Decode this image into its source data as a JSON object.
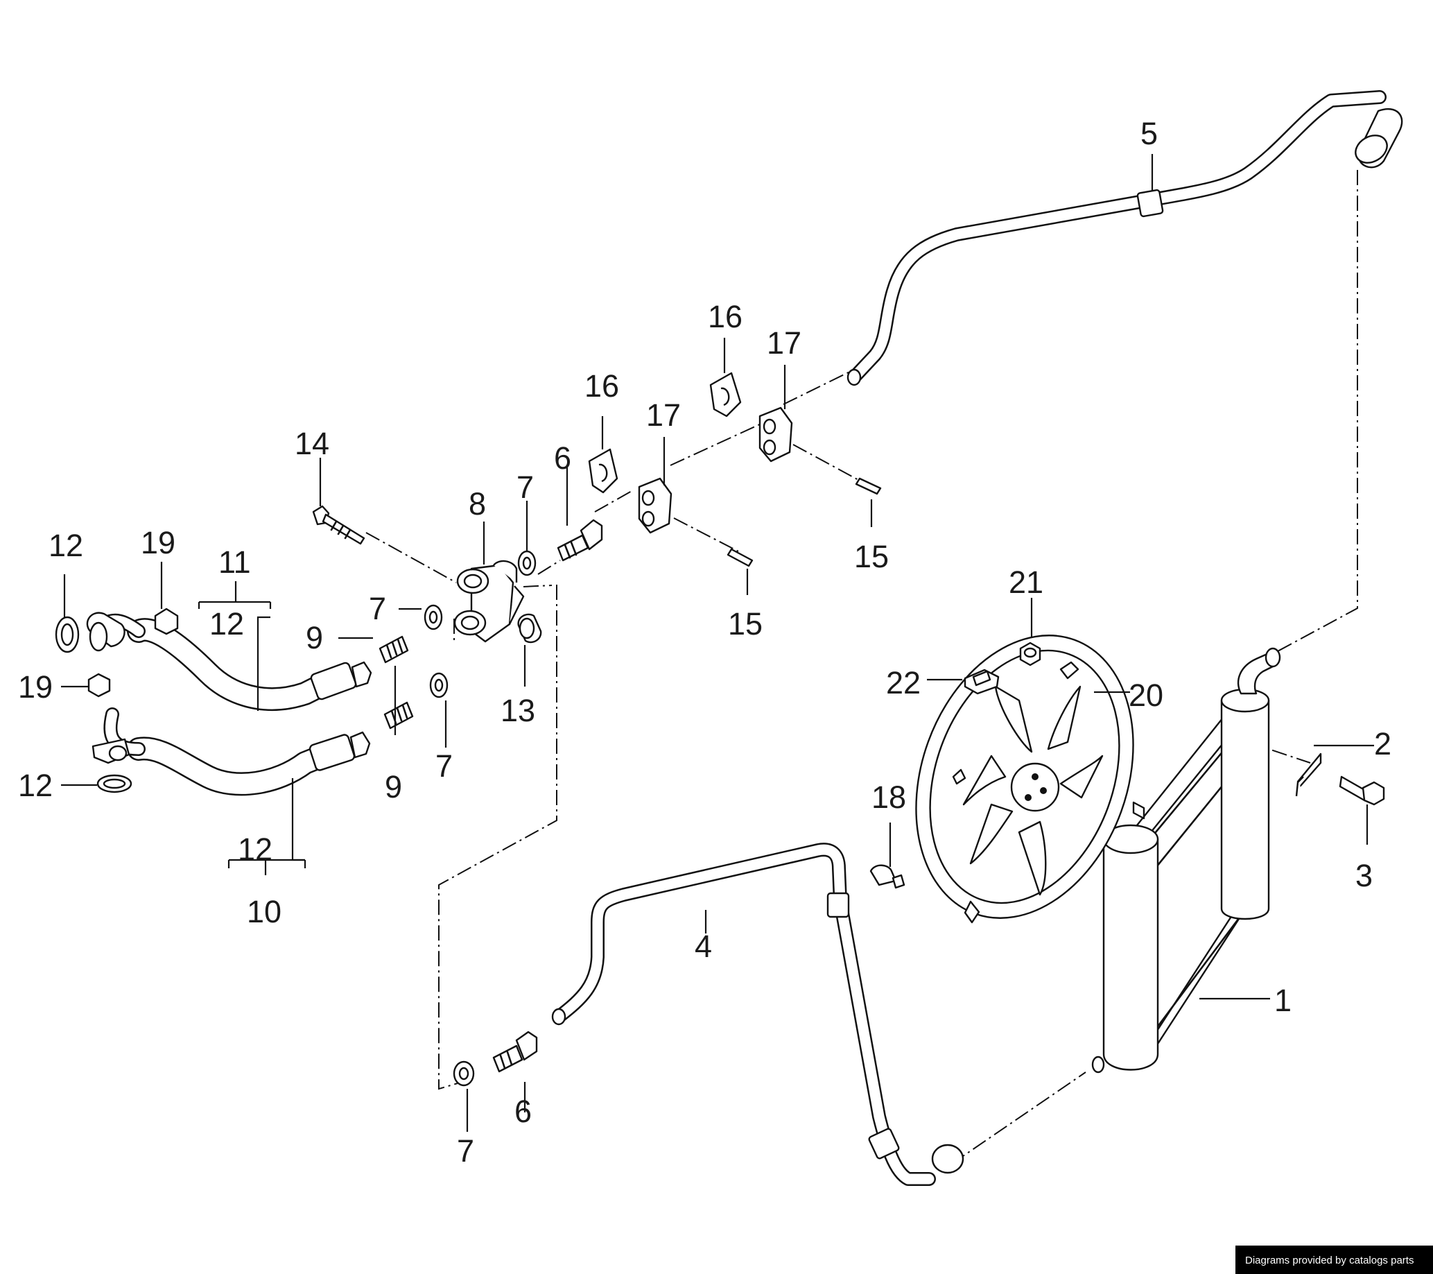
{
  "diagram": {
    "credit": "Diagrams provided by catalogs parts",
    "callouts": [
      {
        "id": "c1",
        "label": "1"
      },
      {
        "id": "c2",
        "label": "2"
      },
      {
        "id": "c3",
        "label": "3"
      },
      {
        "id": "c4",
        "label": "4"
      },
      {
        "id": "c5",
        "label": "5"
      },
      {
        "id": "c6a",
        "label": "6"
      },
      {
        "id": "c6b",
        "label": "6"
      },
      {
        "id": "c7a",
        "label": "7"
      },
      {
        "id": "c7b",
        "label": "7"
      },
      {
        "id": "c7c",
        "label": "7"
      },
      {
        "id": "c7d",
        "label": "7"
      },
      {
        "id": "c8",
        "label": "8"
      },
      {
        "id": "c9a",
        "label": "9"
      },
      {
        "id": "c9b",
        "label": "9"
      },
      {
        "id": "c10",
        "label": "10"
      },
      {
        "id": "c11",
        "label": "11"
      },
      {
        "id": "c12a",
        "label": "12"
      },
      {
        "id": "c12b",
        "label": "12"
      },
      {
        "id": "c12c",
        "label": "12"
      },
      {
        "id": "c12d",
        "label": "12"
      },
      {
        "id": "c13",
        "label": "13"
      },
      {
        "id": "c14",
        "label": "14"
      },
      {
        "id": "c15a",
        "label": "15"
      },
      {
        "id": "c15b",
        "label": "15"
      },
      {
        "id": "c16a",
        "label": "16"
      },
      {
        "id": "c16b",
        "label": "16"
      },
      {
        "id": "c17a",
        "label": "17"
      },
      {
        "id": "c17b",
        "label": "17"
      },
      {
        "id": "c18",
        "label": "18"
      },
      {
        "id": "c19a",
        "label": "19"
      },
      {
        "id": "c19b",
        "label": "19"
      },
      {
        "id": "c20",
        "label": "20"
      },
      {
        "id": "c21",
        "label": "21"
      },
      {
        "id": "c22",
        "label": "22"
      }
    ]
  }
}
